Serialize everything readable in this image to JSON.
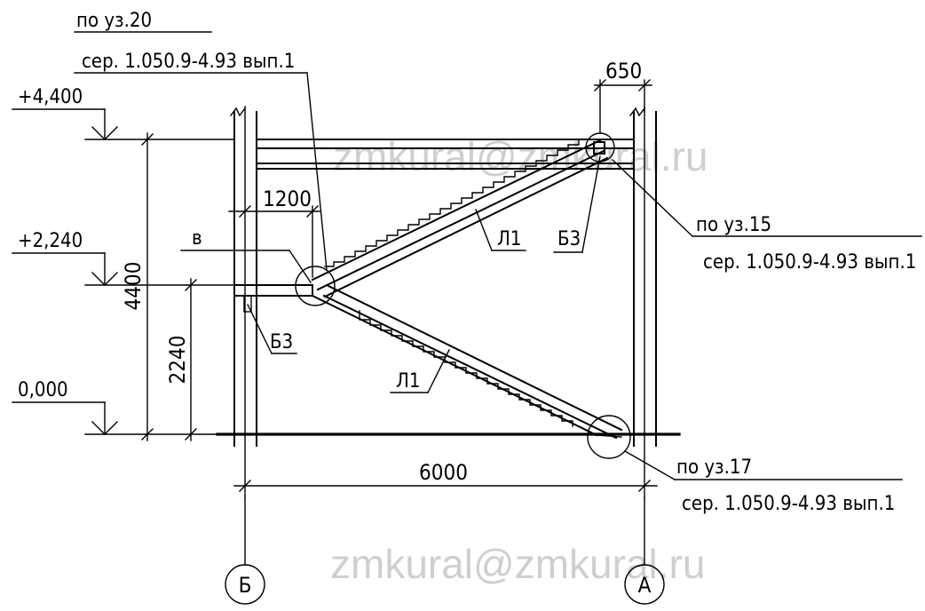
{
  "watermark": "zmkural@zmkural.ru",
  "levels": {
    "top": "+4,400",
    "middle": "+2,240",
    "bottom": "0,000"
  },
  "dimensions": {
    "total_height": "4400",
    "landing_height": "2240",
    "landing_width": "1200",
    "top_offset": "650",
    "span": "6000"
  },
  "axes": {
    "left": "Б",
    "right": "А"
  },
  "labels": {
    "flight_upper": "Л1",
    "flight_lower": "Л1",
    "embed_top": "Б3",
    "embed_landing": "Б3",
    "landing_mark": "в"
  },
  "callouts": {
    "node20": {
      "line1": "по уз.20",
      "line2": "сер. 1.050.9-4.93 вып.1"
    },
    "node15": {
      "line1": "по уз.15",
      "line2": "сер. 1.050.9-4.93 вып.1"
    },
    "node17": {
      "line1": "по уз.17",
      "line2": "сер. 1.050.9-4.93 вып.1"
    }
  }
}
